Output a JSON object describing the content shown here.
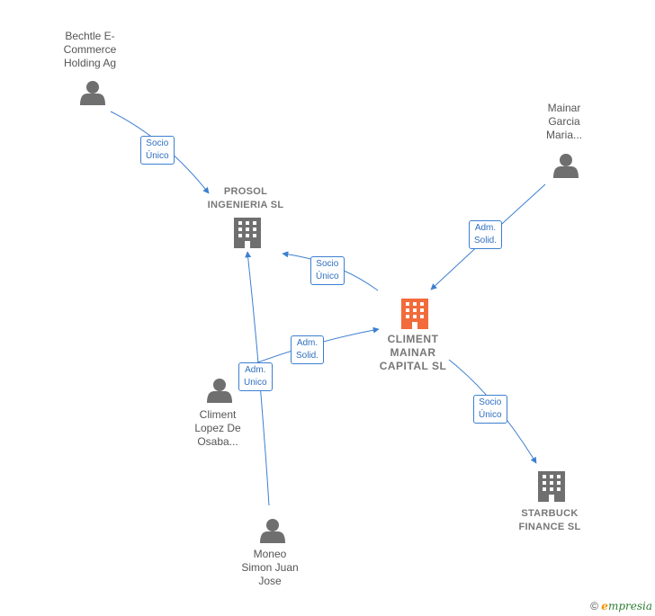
{
  "colors": {
    "edge": "#3c7fd0",
    "person_icon": "#6f6f6f",
    "company_icon": "#6f6f6f",
    "main_company_icon": "#f26b3a"
  },
  "nodes": {
    "bechtle": {
      "label": "Bechtle E-\nCommerce\nHolding Ag",
      "icon": "person-icon"
    },
    "mainar": {
      "label": "Mainar\nGarcia\nMaria...",
      "icon": "person-icon"
    },
    "prosol": {
      "label": "PROSOL\nINGENIERIA SL",
      "icon": "building-icon"
    },
    "climent_mainar": {
      "label": "CLIMENT\nMAINAR\nCAPITAL  SL",
      "icon": "building-icon"
    },
    "climent_lopez": {
      "label": "Climent\nLopez De\nOsaba...",
      "icon": "person-icon"
    },
    "starbuck": {
      "label": "STARBUCK\nFINANCE SL",
      "icon": "building-icon"
    },
    "moneo": {
      "label": "Moneo\nSimon Juan\nJose",
      "icon": "person-icon"
    }
  },
  "edges": {
    "bechtle_prosol": "Socio\nÚnico",
    "climent_prosol": "Socio\nÚnico",
    "mainar_climent": "Adm.\nSolid.",
    "lopez_climent": "Adm.\nSolid.",
    "moneo_prosol": "Adm.\nUnico",
    "climent_starbuck": "Socio\nÚnico"
  },
  "footer": {
    "copyright": "©",
    "brand_initial": "e",
    "brand_rest": "mpresia"
  }
}
